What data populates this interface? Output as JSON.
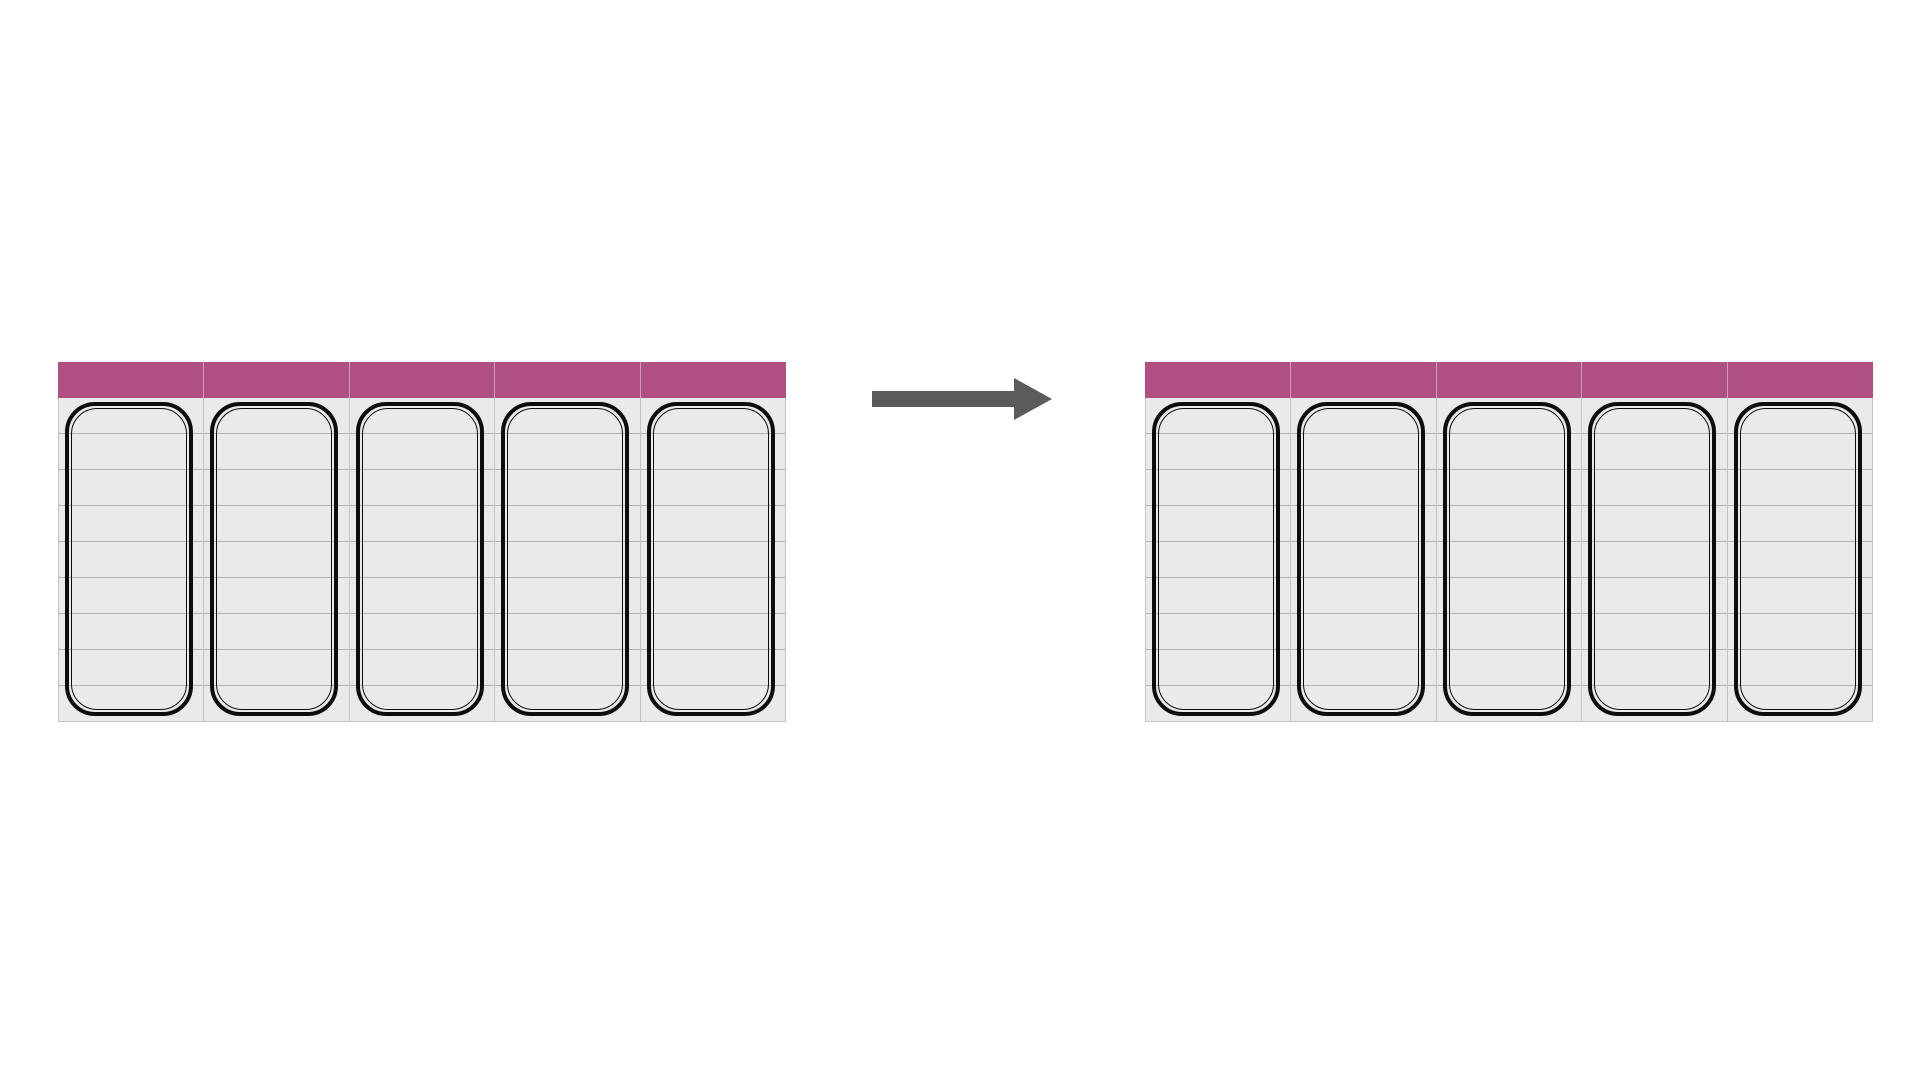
{
  "diagram": {
    "colors": {
      "header": "#b04f82",
      "cell": "#eaeaea",
      "row_line": "#b3b3b3",
      "outline": "#0d0d0d",
      "arrow": "#5b5b5b"
    },
    "icons": {
      "connector": "right-arrow-icon"
    },
    "tables": [
      {
        "id": "before",
        "columns": 5,
        "rows": 9,
        "highlighted_columns": 5
      },
      {
        "id": "after",
        "columns": 5,
        "rows": 9,
        "highlighted_columns": 5
      }
    ]
  }
}
